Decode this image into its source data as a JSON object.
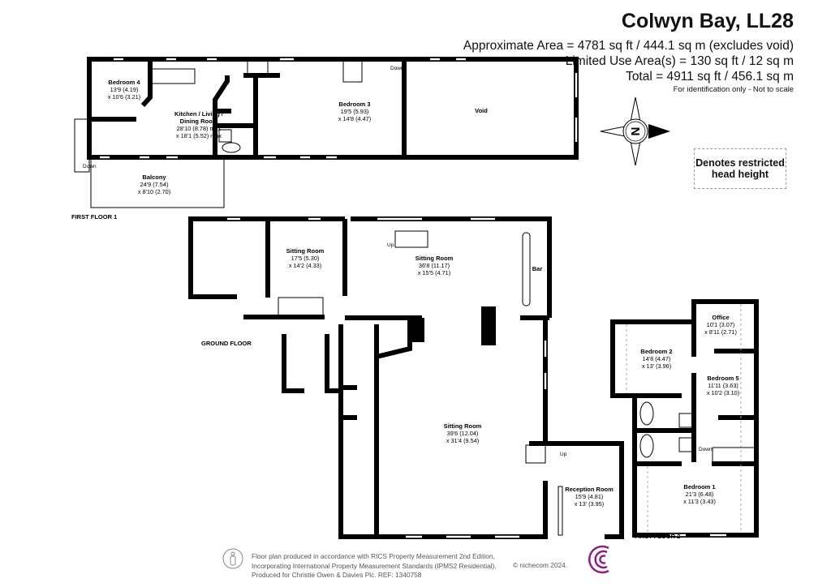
{
  "header": {
    "title": "Colwyn Bay, LL28",
    "approx_area": "Approximate Area = 4781 sq ft / 444.1 sq m (excludes void)",
    "limited_use": "Limited Use Area(s) = 130 sq ft / 12 sq m",
    "total": "Total = 4911 sq ft / 456.1 sq m",
    "note": "For identification only - Not to scale"
  },
  "compass": {
    "letter": "N",
    "icon": "compass-north-arrow-icon"
  },
  "legend": {
    "line1": "Denotes restricted",
    "line2": "head height"
  },
  "floors": {
    "first_floor_1": {
      "label": "FIRST FLOOR 1",
      "rooms": [
        {
          "name": "Bedroom 4",
          "dim1": "13'9 (4.19)",
          "dim2": "x 10'6 (3.21)"
        },
        {
          "name": "Kitchen / Living /",
          "name2": "Dining Room",
          "dim1": "28'10 (8.78) max",
          "dim2": "x 18'1 (5.52) max"
        },
        {
          "name": "Bedroom 3",
          "dim1": "19'5 (5.93)",
          "dim2": "x 14'8 (4.47)"
        },
        {
          "name": "Void"
        },
        {
          "name": "Balcony",
          "dim1": "24'9 (7.54)",
          "dim2": "x 8'10 (2.70)"
        }
      ],
      "stair_labels": [
        "Down",
        "Down"
      ]
    },
    "ground_floor": {
      "label": "GROUND FLOOR",
      "rooms": [
        {
          "name": "Sitting Room",
          "dim1": "17'5 (5.30)",
          "dim2": "x 14'2 (4.33)"
        },
        {
          "name": "Sitting Room",
          "dim1": "36'8 (11.17)",
          "dim2": "x 15'5 (4.71)"
        },
        {
          "name": "Bar"
        },
        {
          "name": "Sitting Room",
          "dim1": "39'6 (12.04)",
          "dim2": "x 31'4 (9.54)"
        },
        {
          "name": "Reception Room",
          "dim1": "15'9 (4.81)",
          "dim2": "x 13' (3.95)"
        }
      ],
      "stair_labels": [
        "Up",
        "Up"
      ]
    },
    "first_floor_2": {
      "label": "FIRST FLOOR 2",
      "rooms": [
        {
          "name": "Office",
          "dim1": "10'1 (3.07)",
          "dim2": "x 8'11 (2.71)"
        },
        {
          "name": "Bedroom 2",
          "dim1": "14'8 (4.47)",
          "dim2": "x 13' (3.96)"
        },
        {
          "name": "Bedroom 5",
          "dim1": "11'11 (3.63)",
          "dim2": "x 10'2 (3.10)"
        },
        {
          "name": "Bedroom 1",
          "dim1": "21'3 (6.48)",
          "dim2": "x 11'3 (3.43)"
        }
      ],
      "stair_labels": [
        "Down"
      ]
    }
  },
  "footer": {
    "line1": "Floor plan produced in accordance with RICS Property Measurement 2nd Edition,",
    "line2": "Incorporating International Property Measurement Standards (IPMS2 Residential).",
    "line3": "Produced for Christie Owen & Davies Plc.   REF: 1340758",
    "copyright": "© nichecom 2024.",
    "logo_color": "#8e1f7e"
  }
}
